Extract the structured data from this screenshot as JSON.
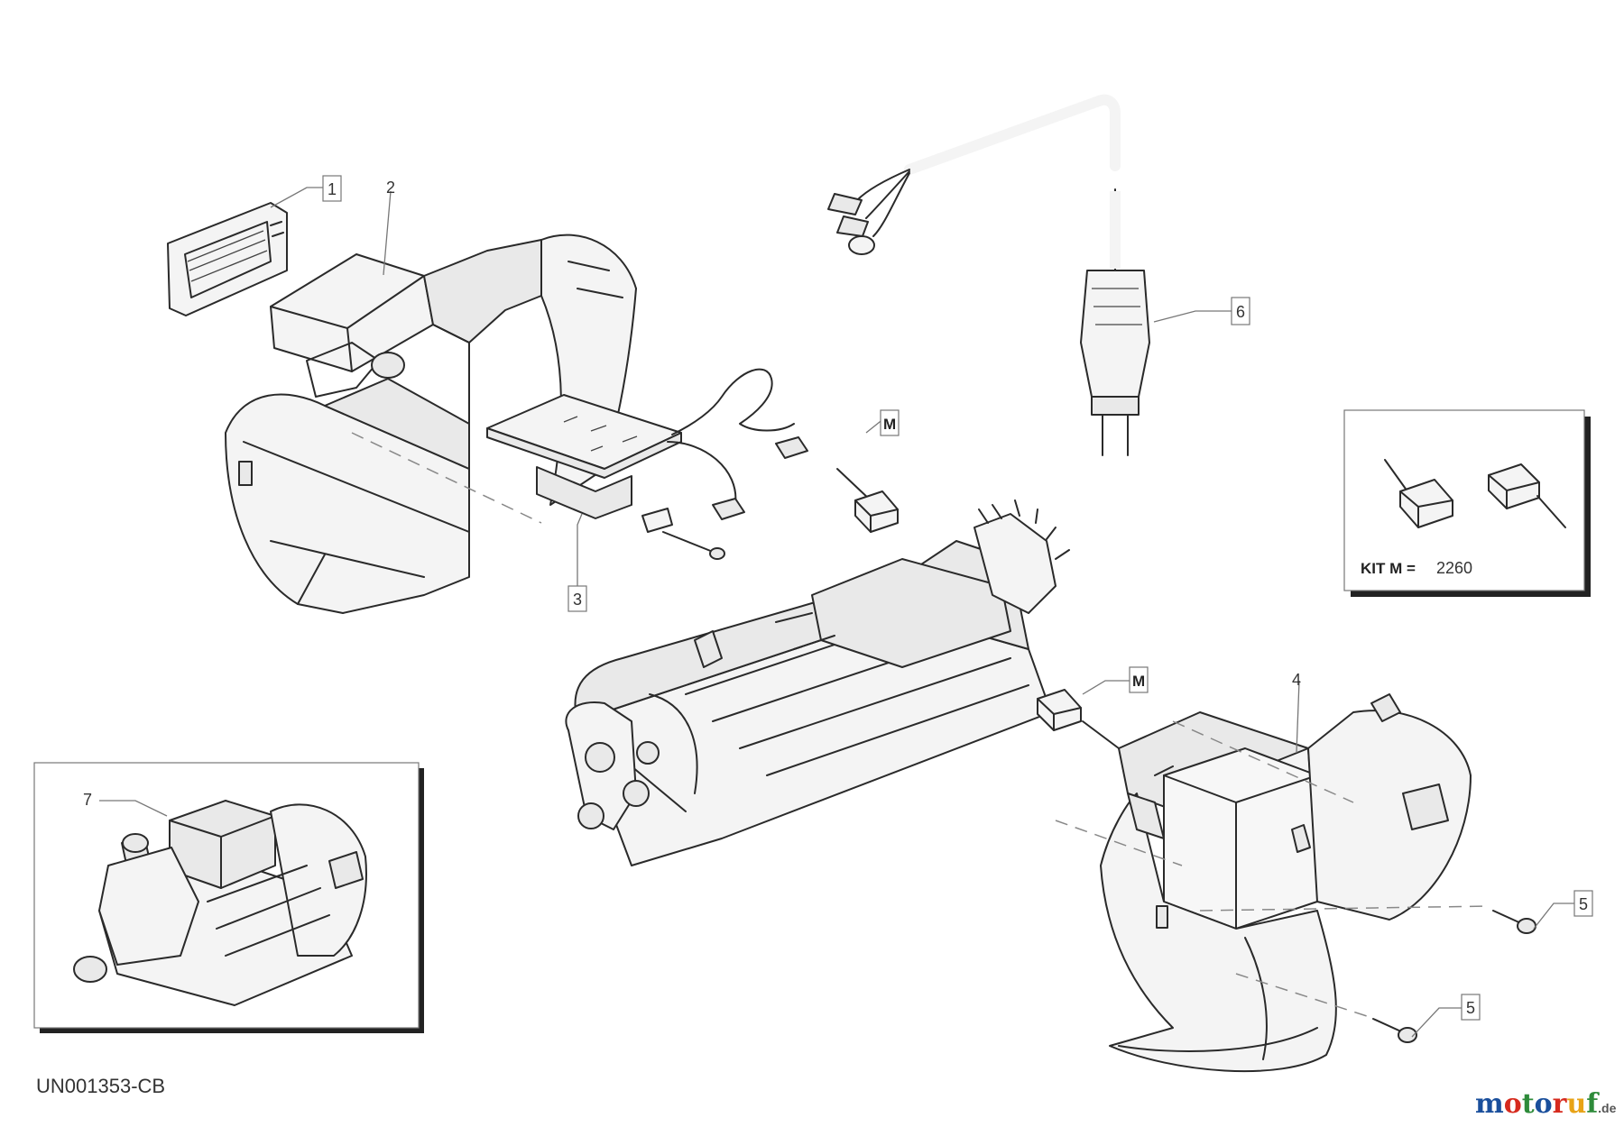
{
  "callouts": {
    "c1": "1",
    "c2": "2",
    "c3": "3",
    "c4": "4",
    "c5a": "5",
    "c5b": "5",
    "c6": "6",
    "c7": "7",
    "m1": "M",
    "m2": "M"
  },
  "kit": {
    "label": "KIT M =",
    "number": "2260"
  },
  "drawing_code": "UN001353-CB",
  "watermark": {
    "main": "motoruf",
    "suffix": ".de",
    "colors": {
      "m": "#1a4f9c",
      "o1": "#d62a1e",
      "t": "#2e8b3a",
      "o2": "#1a4f9c",
      "r": "#d62a1e",
      "u": "#e8a317",
      "f": "#2e8b3a"
    }
  }
}
